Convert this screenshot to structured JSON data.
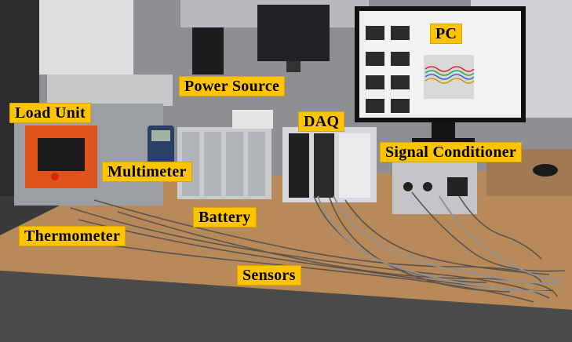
{
  "labels": {
    "load_unit": "Load Unit",
    "power_source": "Power Source",
    "pc": "PC",
    "daq": "DAQ",
    "signal_conditioner": "Signal Conditioner",
    "multimeter": "Multimeter",
    "battery": "Battery",
    "thermometer": "Thermometer",
    "sensors": "Sensors"
  },
  "colors": {
    "label_background": "#ffc400",
    "label_text": "#000000",
    "load_unit_panel": "#e0541c",
    "table_wood": "#b88a5a"
  }
}
